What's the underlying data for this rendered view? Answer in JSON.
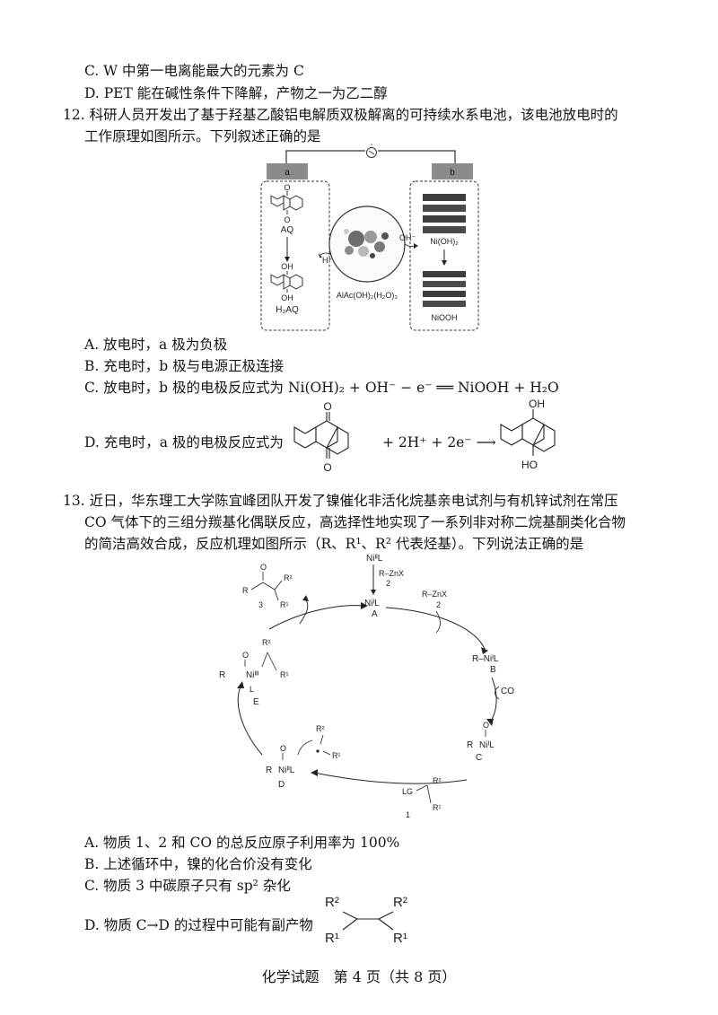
{
  "top_options": {
    "c": "C. W 中第一电离能最大的元素为 C",
    "d": "D. PET 能在碱性条件下降解，产物之一为乙二醇"
  },
  "q12": {
    "stem_line1": "12. 科研人员开发出了基于羟基乙酸铝电解质双极解离的可持续水系电池，该电池放电时的",
    "stem_line2": "工作原理如图所示。下列叙述正确的是",
    "figure": {
      "electrode_a": "a",
      "electrode_b": "b",
      "label_aq": "AQ",
      "label_h2aq": "H₂AQ",
      "label_nioh2": "Ni(OH)₂",
      "label_niooh": "NiOOH",
      "label_hplus": "H⁺",
      "label_ohminus": "OH⁻",
      "label_electrolyte": "AlAc(OH)₂(H₂O)₃",
      "label_o": "O",
      "label_oh": "OH"
    },
    "options": {
      "a": "A. 放电时，a 极为负极",
      "b": "B. 充电时，b 极与电源正极连接",
      "c": "C. 放电时，b 极的电极反应式为 Ni(OH)₂ + OH⁻ − e⁻ ══ NiOOH + H₂O",
      "d_prefix": "D. 充电时，a 极的电极反应式为",
      "d_middle": "+ 2H⁺ + 2e⁻ ⟶"
    }
  },
  "q13": {
    "stem_line1": "13. 近日，华东理工大学陈宜峰团队开发了镍催化非活化烷基亲电试剂与有机锌试剂在常压",
    "stem_line2": "CO 气体下的三组分羰基化偶联反应，高选择性地实现了一系列非对称二烷基酮类化合物",
    "stem_line3": "的简洁高效合成，反应机理如图所示（R、R¹、R² 代表烃基）。下列说法正确的是",
    "figure": {
      "top_catalyst": "NiᴵᴵL",
      "reagent": "R–ZnX",
      "num2": "2",
      "A": "A",
      "A_formula": "NiᴵL",
      "B": "B",
      "B_formula": "R–NiᴵL",
      "co": "CO",
      "C": "C",
      "C_formula": "NiᴵL",
      "D": "D",
      "D_formula": "NiᴵᴵL",
      "E": "E",
      "E_formula": "Niᴵᴵᴵ",
      "num1": "1",
      "num3": "3",
      "lg": "LG",
      "R": "R",
      "R1": "R¹",
      "R2": "R²",
      "L": "L",
      "O": "O"
    },
    "options": {
      "a": "A. 物质 1、2 和 CO 的总反应原子利用率为 100%",
      "b": "B. 上述循环中，镍的化合价没有变化",
      "c": "C. 物质 3 中碳原子只有 sp² 杂化",
      "d": "D. 物质 C→D 的过程中可能有副产物"
    }
  },
  "footer": "化学试题　第 4 页（共 8 页）"
}
